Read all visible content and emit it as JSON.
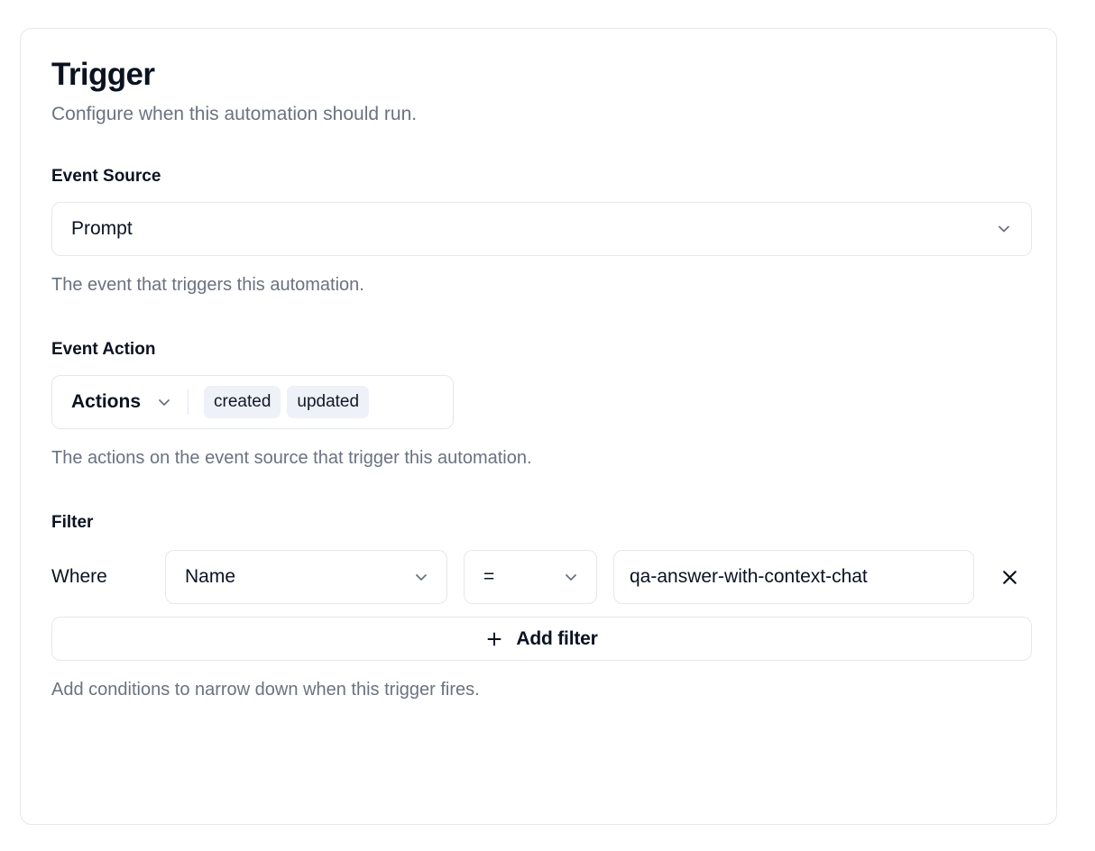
{
  "card": {
    "title": "Trigger",
    "subtitle": "Configure when this automation should run."
  },
  "event_source": {
    "label": "Event Source",
    "value": "Prompt",
    "help": "The event that triggers this automation.",
    "chevron_icon": "chevron-down-icon"
  },
  "event_action": {
    "label": "Event Action",
    "dropdown_label": "Actions",
    "chips": [
      "created",
      "updated"
    ],
    "help": "The actions on the event source that trigger this automation.",
    "chevron_icon": "chevron-down-icon"
  },
  "filter": {
    "label": "Filter",
    "where_label": "Where",
    "field_value": "Name",
    "operator_value": "=",
    "value_text": "qa-answer-with-context-chat",
    "value_placeholder": "",
    "remove_icon": "close-icon",
    "add_filter_label": "Add filter",
    "add_filter_icon": "plus-icon",
    "help": "Add conditions to narrow down when this trigger fires."
  },
  "colors": {
    "border": "#e5e7ec",
    "text_primary": "#0b1220",
    "text_muted": "#6b7280",
    "chip_bg": "#eef1f7",
    "icon_gray": "#6b7280"
  }
}
